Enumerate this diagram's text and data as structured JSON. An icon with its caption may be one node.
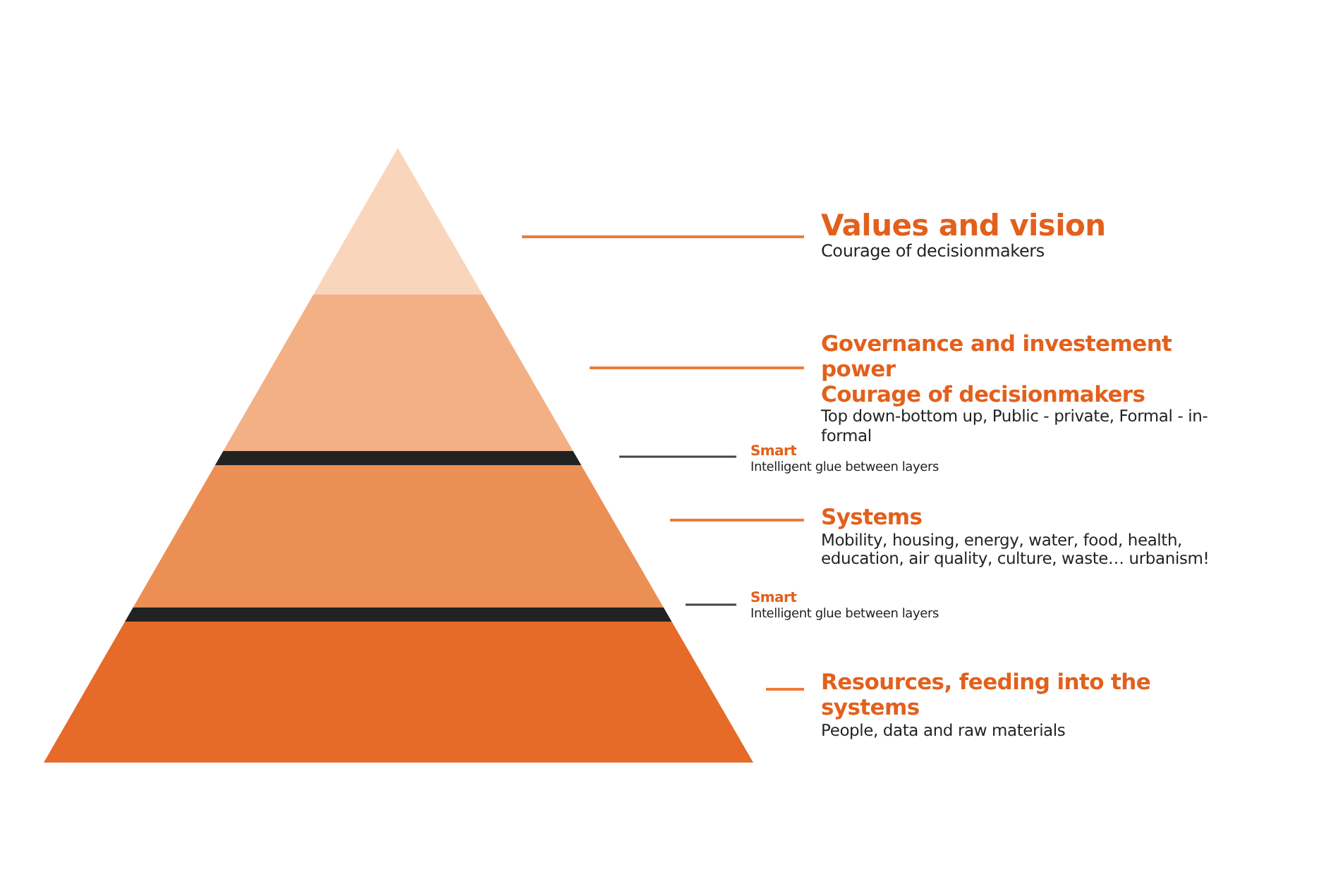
{
  "diagram": {
    "nodes": [
      {
        "text": [
          "Values and vision",
          "Courage of decisionmakers"
        ]
      },
      {
        "text": [
          "Governance and investement power",
          "Courage of decisionmakers",
          "Top down-bottom up, Public - private, Formal - in-formal"
        ]
      },
      {
        "text": [
          "Smart",
          "Intelligent glue between layers"
        ]
      },
      {
        "text": [
          "Systems",
          "Mobility, housing, energy, water, food, health, education, air quality, culture, waste… urbanism!"
        ]
      },
      {
        "text": [
          "Smart",
          "Intelligent glue between layers"
        ]
      },
      {
        "text": [
          "Resources, feeding into the systems",
          "People, data and raw materials"
        ]
      }
    ],
    "edges": [
      {
        "from": 0,
        "to": null,
        "arrow": "none"
      },
      {
        "from": 1,
        "to": null,
        "arrow": "none"
      },
      {
        "from": 2,
        "to": null,
        "arrow": "none",
        "color": "#444444"
      },
      {
        "from": 3,
        "to": null,
        "arrow": "none"
      },
      {
        "from": 4,
        "to": null,
        "arrow": "none",
        "color": "#444444"
      },
      {
        "from": 5,
        "to": null,
        "arrow": "none"
      }
    ]
  }
}
